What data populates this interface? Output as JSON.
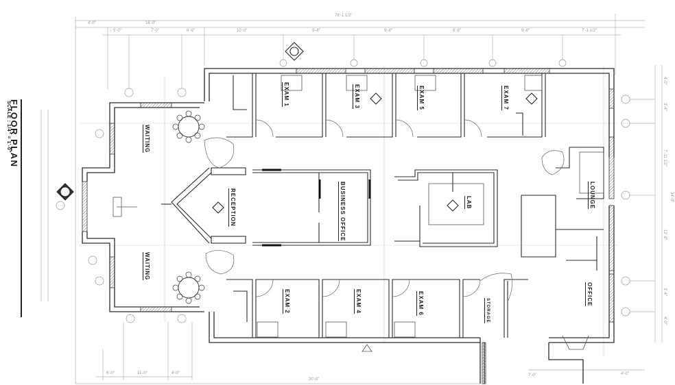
{
  "drawing": {
    "title": "FLOOR PLAN",
    "scale": "SCALE : 1/4\" = 1'-0\"",
    "colors": {
      "line": "#2a2a2a",
      "hatch": "#8a8a8a",
      "dim": "#a0a0a0",
      "paper": "#ffffff"
    }
  },
  "rooms": [
    {
      "id": "waiting-north",
      "label": "WAITING"
    },
    {
      "id": "waiting-south",
      "label": "WAITING"
    },
    {
      "id": "reception",
      "label": "RECEPTION"
    },
    {
      "id": "business-office",
      "label": "BUSINESS OFFICE"
    },
    {
      "id": "exam-1",
      "label": "EXAM 1"
    },
    {
      "id": "exam-3",
      "label": "EXAM 3"
    },
    {
      "id": "exam-5",
      "label": "EXAM 5"
    },
    {
      "id": "exam-7",
      "label": "EXAM 7"
    },
    {
      "id": "exam-2",
      "label": "EXAM 2"
    },
    {
      "id": "exam-4",
      "label": "EXAM 4"
    },
    {
      "id": "exam-6",
      "label": "EXAM 6"
    },
    {
      "id": "lab",
      "label": "LAB"
    },
    {
      "id": "lounge",
      "label": "LOUNGE"
    },
    {
      "id": "office",
      "label": "OFFICE"
    },
    {
      "id": "storage",
      "label": "STORAGE"
    }
  ],
  "dimensions": {
    "top": [
      "4'-0\"",
      "16'-0\"",
      "5'-0\"",
      "7'-0\"",
      "6'-6\"",
      "10'-0\"",
      "9'-8\"",
      "78'-1 1/2\"",
      "9'-8\"",
      "9'-8\"",
      "9'-8\"",
      "7'-1 1/2\""
    ],
    "right": [
      "4'-0\"",
      "3'-4\"",
      "7'-11 1/2\"",
      "12'-8\"",
      "3'-4\"",
      "4'-0\"",
      "34'-0\""
    ],
    "bottom": [
      "6'-0\"",
      "11'-0\"",
      "4'-0\"",
      "20'-0\"",
      "7'-0\"",
      "4'-0\""
    ]
  }
}
